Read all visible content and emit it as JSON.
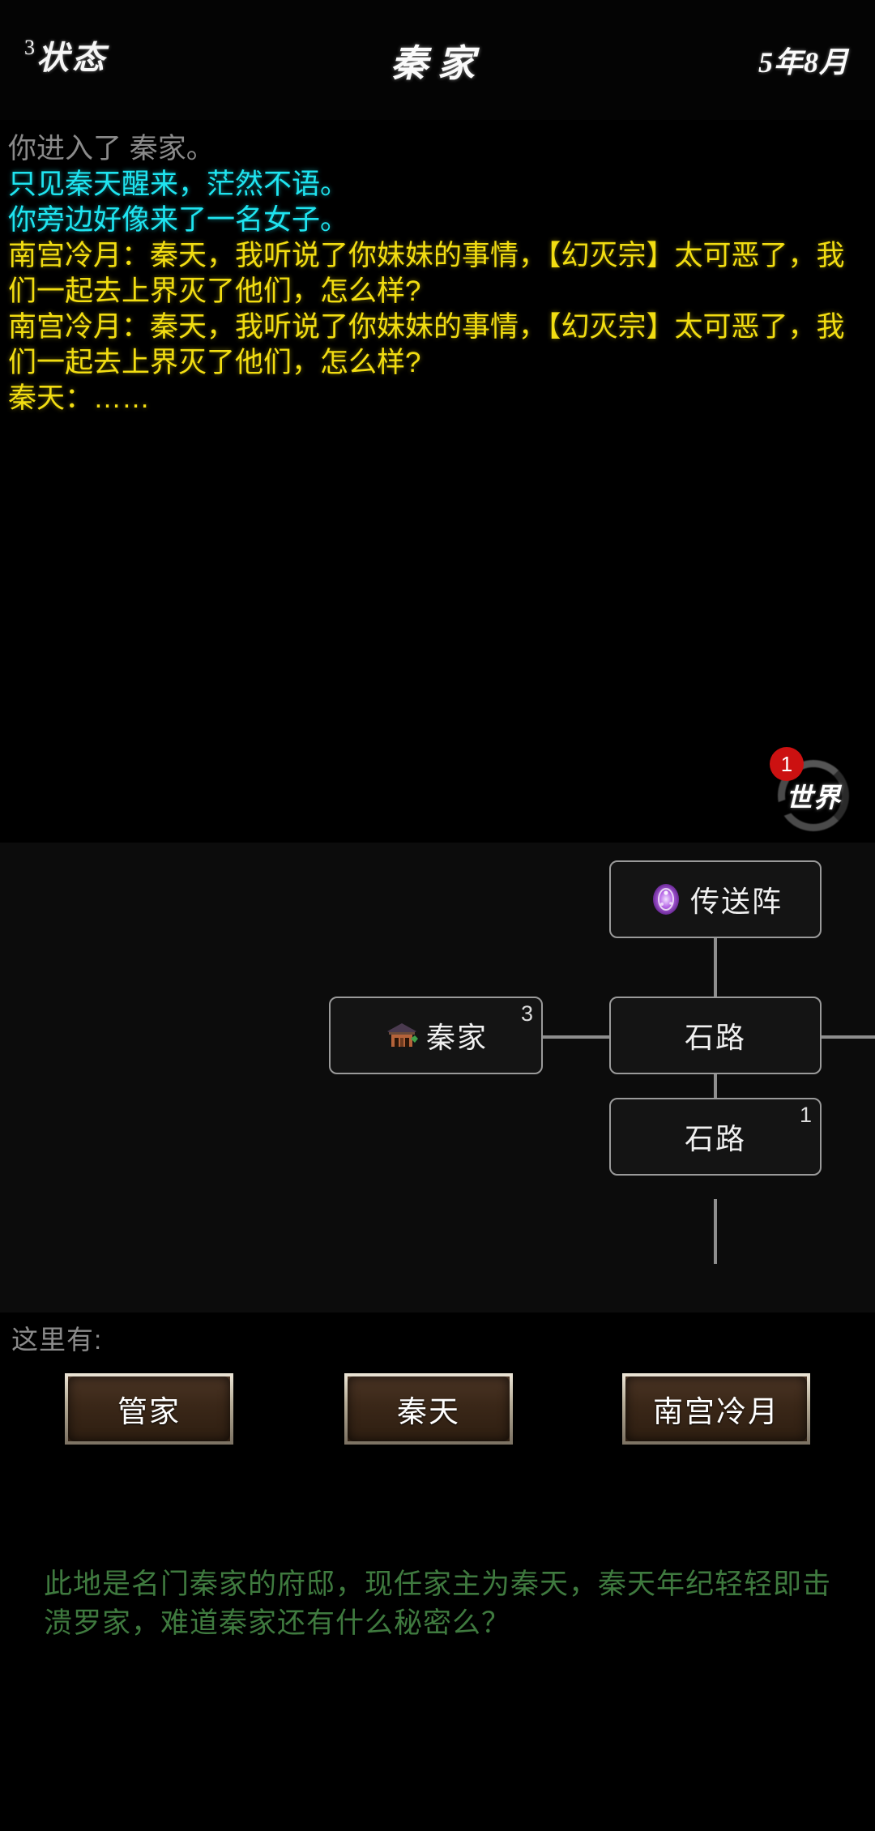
{
  "header": {
    "status_label": "状态",
    "status_superscript": "3",
    "title": "秦家",
    "date": "5年8月"
  },
  "log": {
    "lines": [
      {
        "text": "你进入了 秦家。",
        "color": "gray"
      },
      {
        "text": "只见秦天醒来，茫然不语。",
        "color": "cyan"
      },
      {
        "text": "你旁边好像来了一名女子。",
        "color": "cyan"
      },
      {
        "text": "南宫冷月：秦天，我听说了你妹妹的事情，【幻灭宗】太可恶了，我们一起去上界灭了他们，怎么样?",
        "color": "yellow"
      },
      {
        "text": "南宫冷月：秦天，我听说了你妹妹的事情，【幻灭宗】太可恶了，我们一起去上界灭了他们，怎么样?",
        "color": "yellow"
      },
      {
        "text": "秦天：……",
        "color": "yellow"
      }
    ]
  },
  "world_button": {
    "label": "世界",
    "badge": "1",
    "icon": "ink-circle-icon"
  },
  "map": {
    "nodes": [
      {
        "label": "传送阵",
        "badge": "",
        "icon": "teleport-portal-icon"
      },
      {
        "label": "秦家",
        "badge": "3",
        "icon": "house-icon"
      },
      {
        "label": "石路",
        "badge": "",
        "icon": ""
      },
      {
        "label": "石路",
        "badge": "1",
        "icon": ""
      }
    ]
  },
  "here": {
    "label": "这里有:",
    "npcs": [
      {
        "name": "管家"
      },
      {
        "name": "秦天"
      },
      {
        "name": "南宫冷月"
      }
    ]
  },
  "description": {
    "text": "此地是名门秦家的府邸，现任家主为秦天，秦天年纪轻轻即击溃罗家，难道秦家还有什么秘密么？"
  },
  "colors": {
    "background": "#000000",
    "log_gray": "#8a8a8a",
    "log_cyan": "#1fe4f0",
    "log_yellow": "#f2dd12",
    "description_green": "#3f7a3f",
    "badge_red": "#cc1111",
    "map_panel": "#0c0c0c"
  }
}
